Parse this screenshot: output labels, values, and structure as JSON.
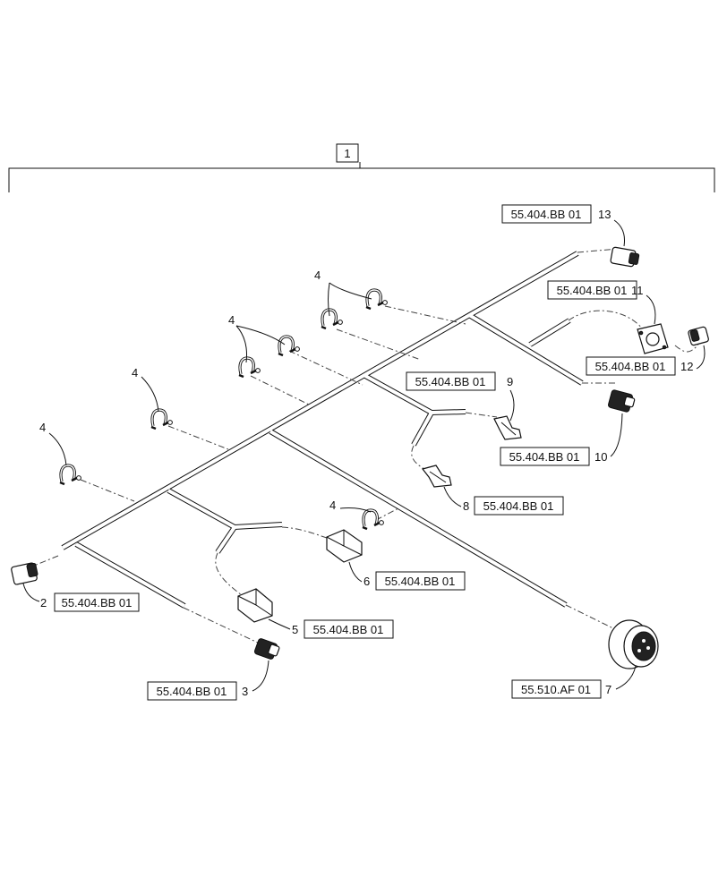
{
  "assembly": {
    "item": "1"
  },
  "callouts": {
    "c2": {
      "item": "2",
      "ref": "55.404.BB 01"
    },
    "c3": {
      "item": "3",
      "ref": "55.404.BB 01"
    },
    "c5": {
      "item": "5",
      "ref": "55.404.BB 01"
    },
    "c6": {
      "item": "6",
      "ref": "55.404.BB 01"
    },
    "c7": {
      "item": "7",
      "ref": "55.510.AF 01"
    },
    "c8": {
      "item": "8",
      "ref": "55.404.BB 01"
    },
    "c9": {
      "item": "9",
      "ref": "55.404.BB 01"
    },
    "c10": {
      "item": "10",
      "ref": "55.404.BB 01"
    },
    "c11": {
      "item": "11",
      "ref": "55.404.BB 01"
    },
    "c12": {
      "item": "12",
      "ref": "55.404.BB 01"
    },
    "c13": {
      "item": "13",
      "ref": "55.404.BB 01"
    }
  },
  "clamps": {
    "label": "4",
    "count": 7
  }
}
